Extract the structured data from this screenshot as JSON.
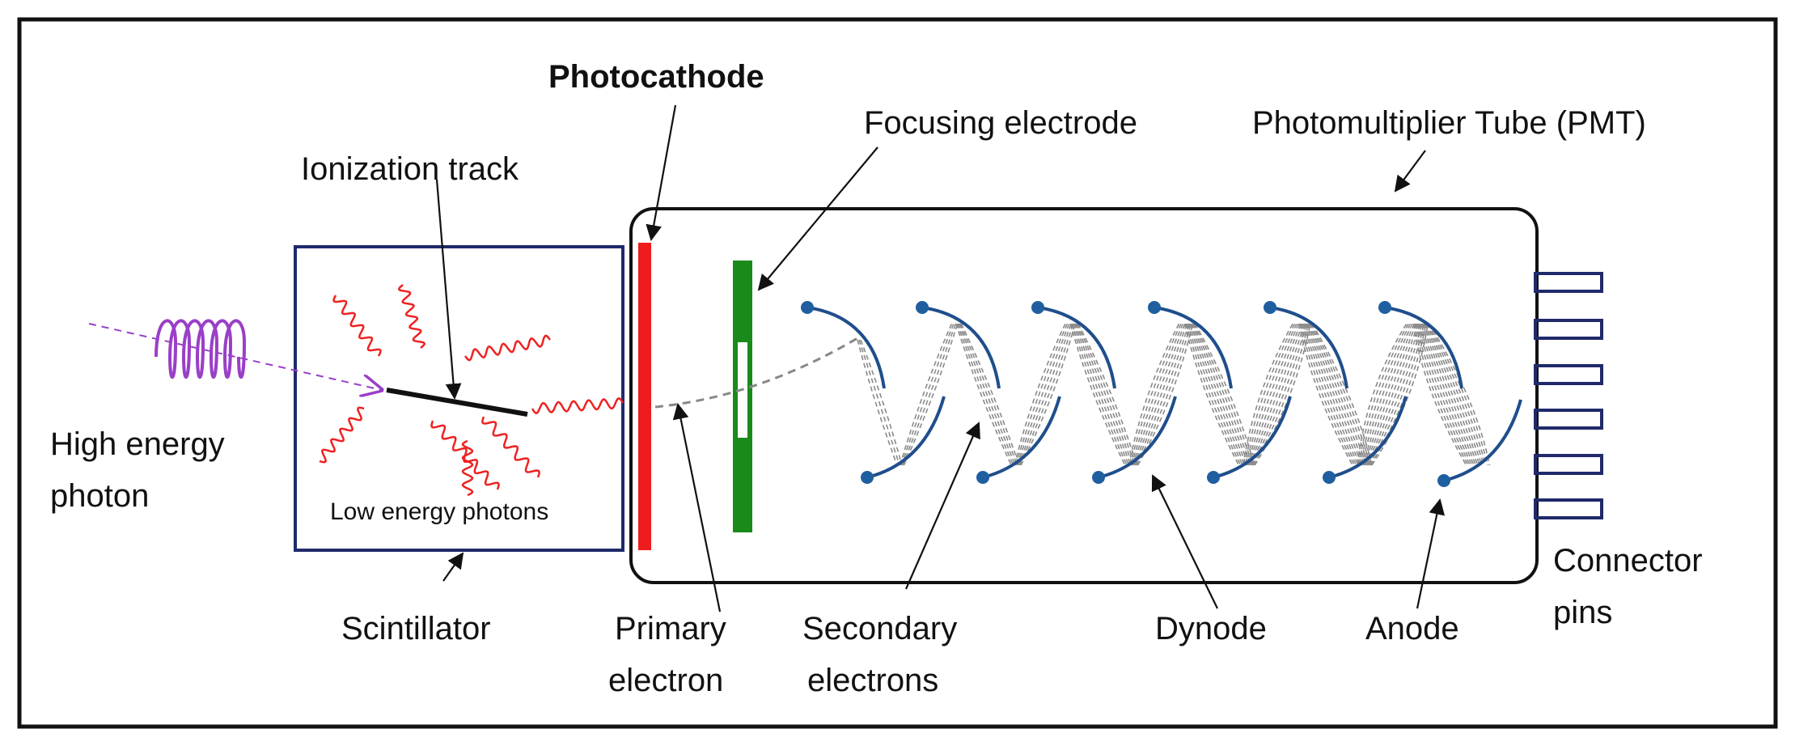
{
  "labels": {
    "photocathode": "Photocathode",
    "focusing_electrode": "Focusing electrode",
    "pmt": "Photomultiplier Tube (PMT)",
    "ionization_track": "Ionization track",
    "high_energy_photon_line1": "High energy",
    "high_energy_photon_line2": "photon",
    "low_energy_photons": "Low energy photons",
    "scintillator": "Scintillator",
    "primary_electron_line1": "Primary",
    "primary_electron_line2": "electron",
    "secondary_electrons_line1": "Secondary",
    "secondary_electrons_line2": "electrons",
    "dynode": "Dynode",
    "anode": "Anode",
    "connector_pins_line1": "Connector",
    "connector_pins_line2": "pins"
  },
  "colors": {
    "photocathode": "#ee1c1c",
    "focusing_electrode": "#1a8a1a",
    "dynode": "#1f4e8c",
    "dynode_tip": "#1f5fa0",
    "scintillator_border": "#1f2a6b",
    "incoming_photon": "#9a3fc8",
    "low_energy_photon": "#ee2222",
    "electron_paths": "#8a8a8a"
  }
}
